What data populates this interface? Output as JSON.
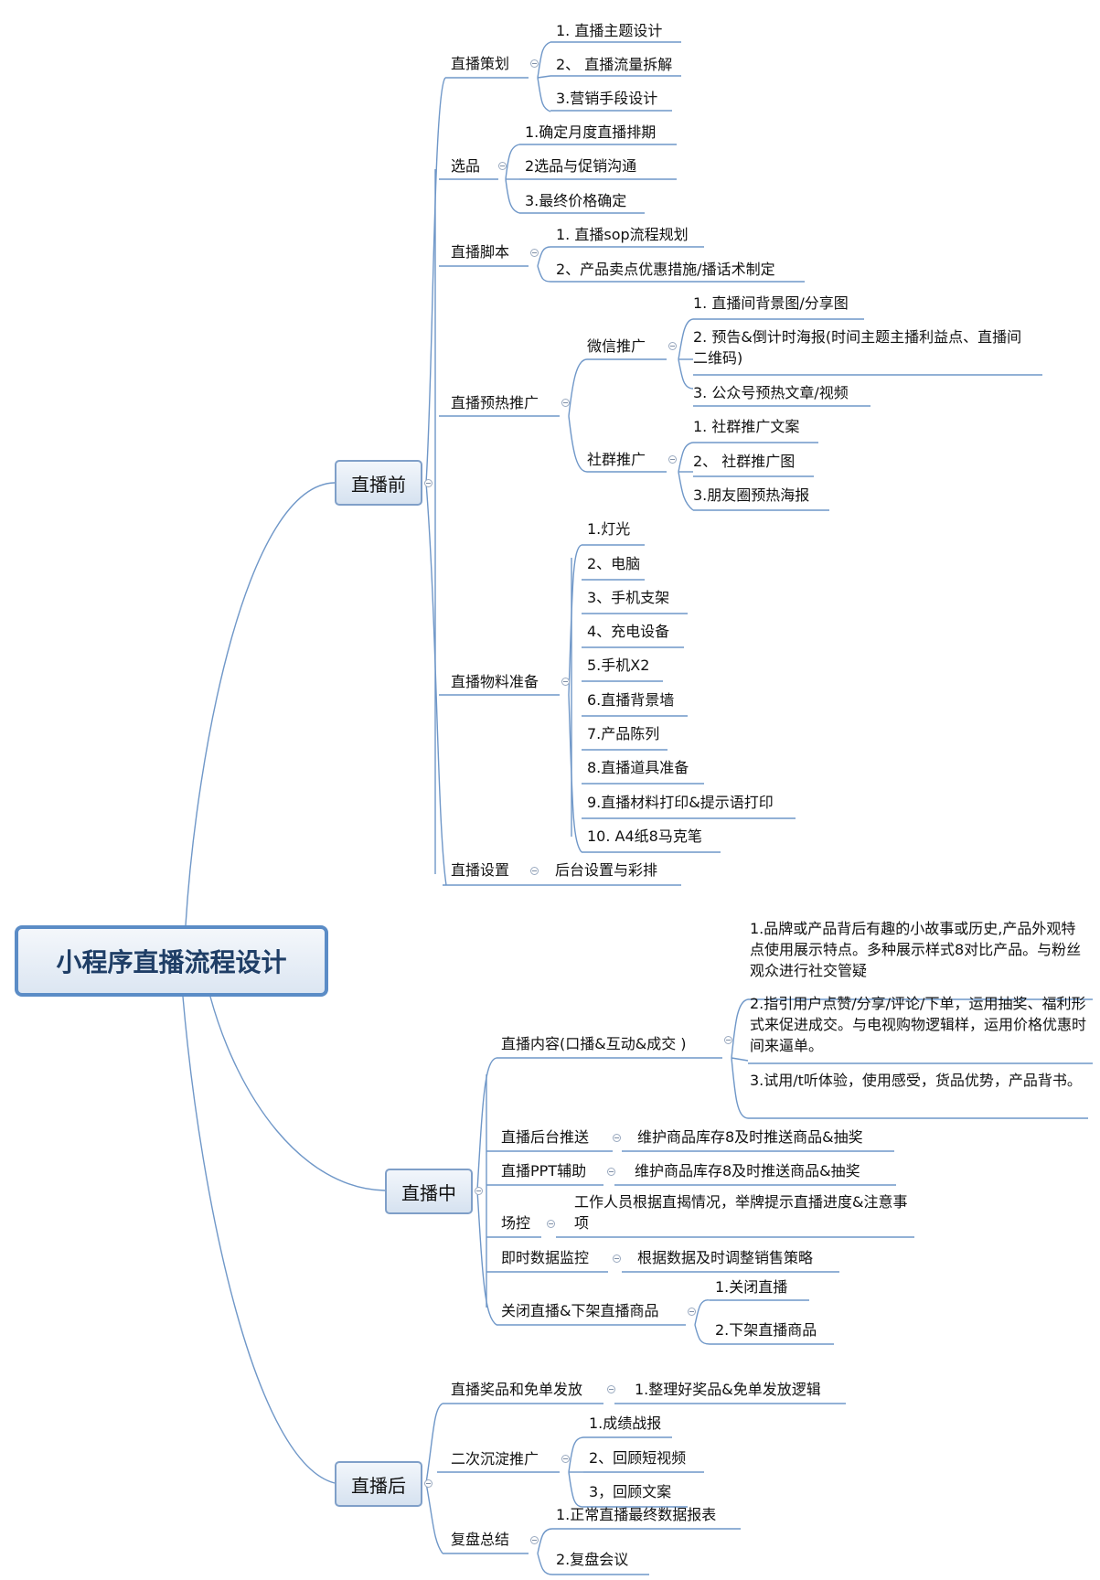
{
  "root": "小程序直播流程设计",
  "colors": {
    "line": "#6f97c8",
    "root_border": "#5b8cc6"
  },
  "branches": {
    "before": {
      "label": "直播前",
      "planning": {
        "label": "直播策划",
        "items": [
          "1. 直播主题设计",
          "2、 直播流量拆解",
          "3.营销手段设计"
        ]
      },
      "selection": {
        "label": "选品",
        "items": [
          "1.确定月度直播排期",
          "2选品与促销沟通",
          "3.最终价格确定"
        ]
      },
      "script": {
        "label": "直播脚本",
        "items": [
          "1. 直播sop流程规划",
          "2、产品卖点优惠措施/播话术制定"
        ]
      },
      "warmup": {
        "label": "直播预热推广",
        "wechat": {
          "label": "微信推广",
          "items": [
            "1. 直播间背景图/分享图",
            "2. 预告&倒计时海报(时间主题主播利益点、直播间二维码)",
            "3. 公众号预热文章/视频"
          ]
        },
        "community": {
          "label": "社群推广",
          "items": [
            "1. 社群推广文案",
            "2、 社群推广图",
            "3.朋友圈预热海报"
          ]
        }
      },
      "materials": {
        "label": "直播物料准备",
        "items": [
          "1.灯光",
          "2、电脑",
          "3、手机支架",
          "4、充电设备",
          "5.手机X2",
          "6.直播背景墙",
          "7.产品陈列",
          "8.直播道具准备",
          "9.直播材料打印&提示语打印",
          "10. A4纸8马克笔"
        ]
      },
      "settings": {
        "label": "直播设置",
        "items": [
          "后台设置与彩排"
        ]
      }
    },
    "during": {
      "label": "直播中",
      "content": {
        "label": "直播内容(口播&互动&成交 )",
        "items": [
          "1.品牌或产品背后有趣的小故事或历史,产品外观特点使用展示特点。多种展示样式8对比产品。与粉丝观众进行社交管疑",
          "2.指引用户点赞/分享/评论/下单，运用抽奖、福利形式来促进成交。与电视购物逻辑样，运用价格优惠时间来逼单。",
          "3.试用/t听体验，使用感受，货品优势，产品背书。"
        ]
      },
      "push": {
        "label": "直播后台推送",
        "items": [
          "维护商品库存8及时推送商品&抽奖"
        ]
      },
      "ppt": {
        "label": "直播PPT辅助",
        "items": [
          "维护商品库存8及时推送商品&抽奖"
        ]
      },
      "control": {
        "label": "场控",
        "items": [
          "工作人员根据直揭情况，举牌提示直播进度&注意事项"
        ]
      },
      "monitor": {
        "label": "即时数据监控",
        "items": [
          "根据数据及时调整销售策略"
        ]
      },
      "close": {
        "label": "关闭直播&下架直播商品",
        "items": [
          "1.关闭直播",
          "2.下架直播商品"
        ]
      }
    },
    "after": {
      "label": "直播后",
      "prizes": {
        "label": "直播奖品和免单发放",
        "items": [
          "1.整理好奖品&免单发放逻辑"
        ]
      },
      "secondary": {
        "label": "二次沉淀推广",
        "items": [
          "1.成绩战报",
          "2、回顾短视频",
          "3，回顾文案"
        ]
      },
      "review": {
        "label": "复盘总结",
        "items": [
          "1.正常直播最终数据报表",
          "2.复盘会议"
        ]
      }
    }
  }
}
